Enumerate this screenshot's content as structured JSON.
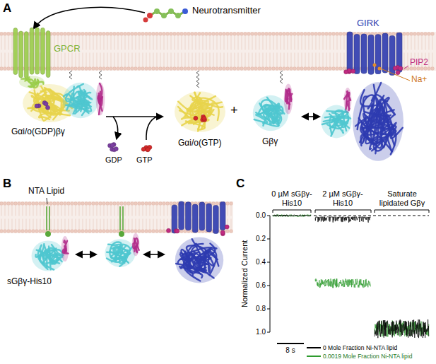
{
  "diagram": {
    "labels": [
      "A",
      "Neurotransmitter",
      "GPCR",
      "GIRK",
      "PIP2",
      "Na+",
      "Gαi/o(GDP)βγ",
      "GDP",
      "GTP",
      "Gαi/o(GTP)",
      "+",
      "Gβγ",
      "B",
      "NTA Lipid",
      "sGβγ-His10",
      "C",
      "0 µM sGβγ-His10",
      "2 µM sGβγ-His10",
      "Saturate lipidated Gβγ",
      "0.0",
      "0.2",
      "0.4",
      "0.6",
      "0.8",
      "1.0",
      "Normalized Current",
      "8 s"
    ],
    "legend": [
      {
        "text": "0 Mole Fraction Ni-NTA lipid",
        "color": "#000000"
      },
      {
        "text": "0.0019 Mole Fraction Ni-NTA lipid",
        "color": "#2e9b2e"
      }
    ]
  }
}
